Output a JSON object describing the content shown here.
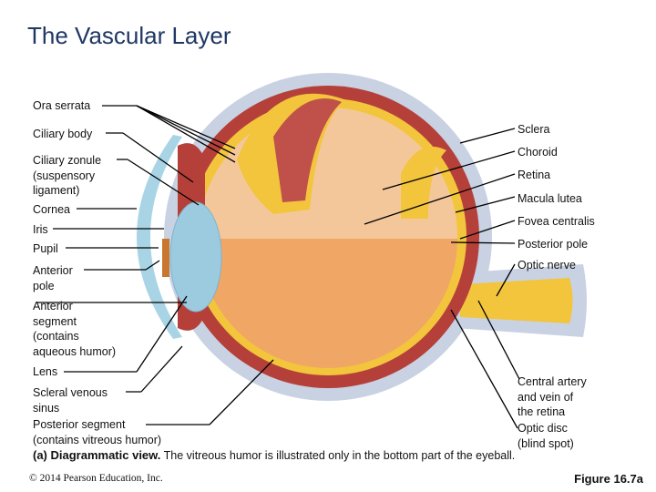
{
  "title": "The Vascular Layer",
  "labels_left": {
    "ora_serrata": "Ora serrata",
    "ciliary_body": "Ciliary body",
    "ciliary_zonule": [
      "Ciliary zonule",
      "(suspensory",
      "ligament)"
    ],
    "cornea": "Cornea",
    "iris": "Iris",
    "pupil": "Pupil",
    "anterior_pole": [
      "Anterior",
      "pole"
    ],
    "anterior_segment": [
      "Anterior",
      "segment",
      "(contains",
      "aqueous humor)"
    ],
    "lens": "Lens",
    "scleral_venous_sinus": [
      "Scleral venous",
      "sinus"
    ],
    "posterior_segment": [
      "Posterior segment",
      "(contains vitreous humor)"
    ]
  },
  "labels_right": {
    "sclera": "Sclera",
    "choroid": "Choroid",
    "retina": "Retina",
    "macula_lutea": "Macula lutea",
    "fovea_centralis": "Fovea centralis",
    "posterior_pole": "Posterior pole",
    "optic_nerve": "Optic nerve",
    "central_artery": [
      "Central artery",
      "and vein of",
      "the retina"
    ],
    "optic_disc": [
      "Optic disc",
      "(blind spot)"
    ]
  },
  "caption": {
    "bold": "(a) Diagrammatic view.",
    "text": " The vitreous humor is illustrated only in the bottom part of the eyeball."
  },
  "copyright": "© 2014 Pearson Education, Inc.",
  "figure_label": "Figure 16.7a",
  "colors": {
    "title": "#1f3864",
    "sclera": "#c9d3e2",
    "choroid": "#b5403a",
    "retina": "#f2c53d",
    "vitreous": "#f0a664",
    "cornea": "#a8d4e6",
    "lens": "#9ccbe0"
  }
}
